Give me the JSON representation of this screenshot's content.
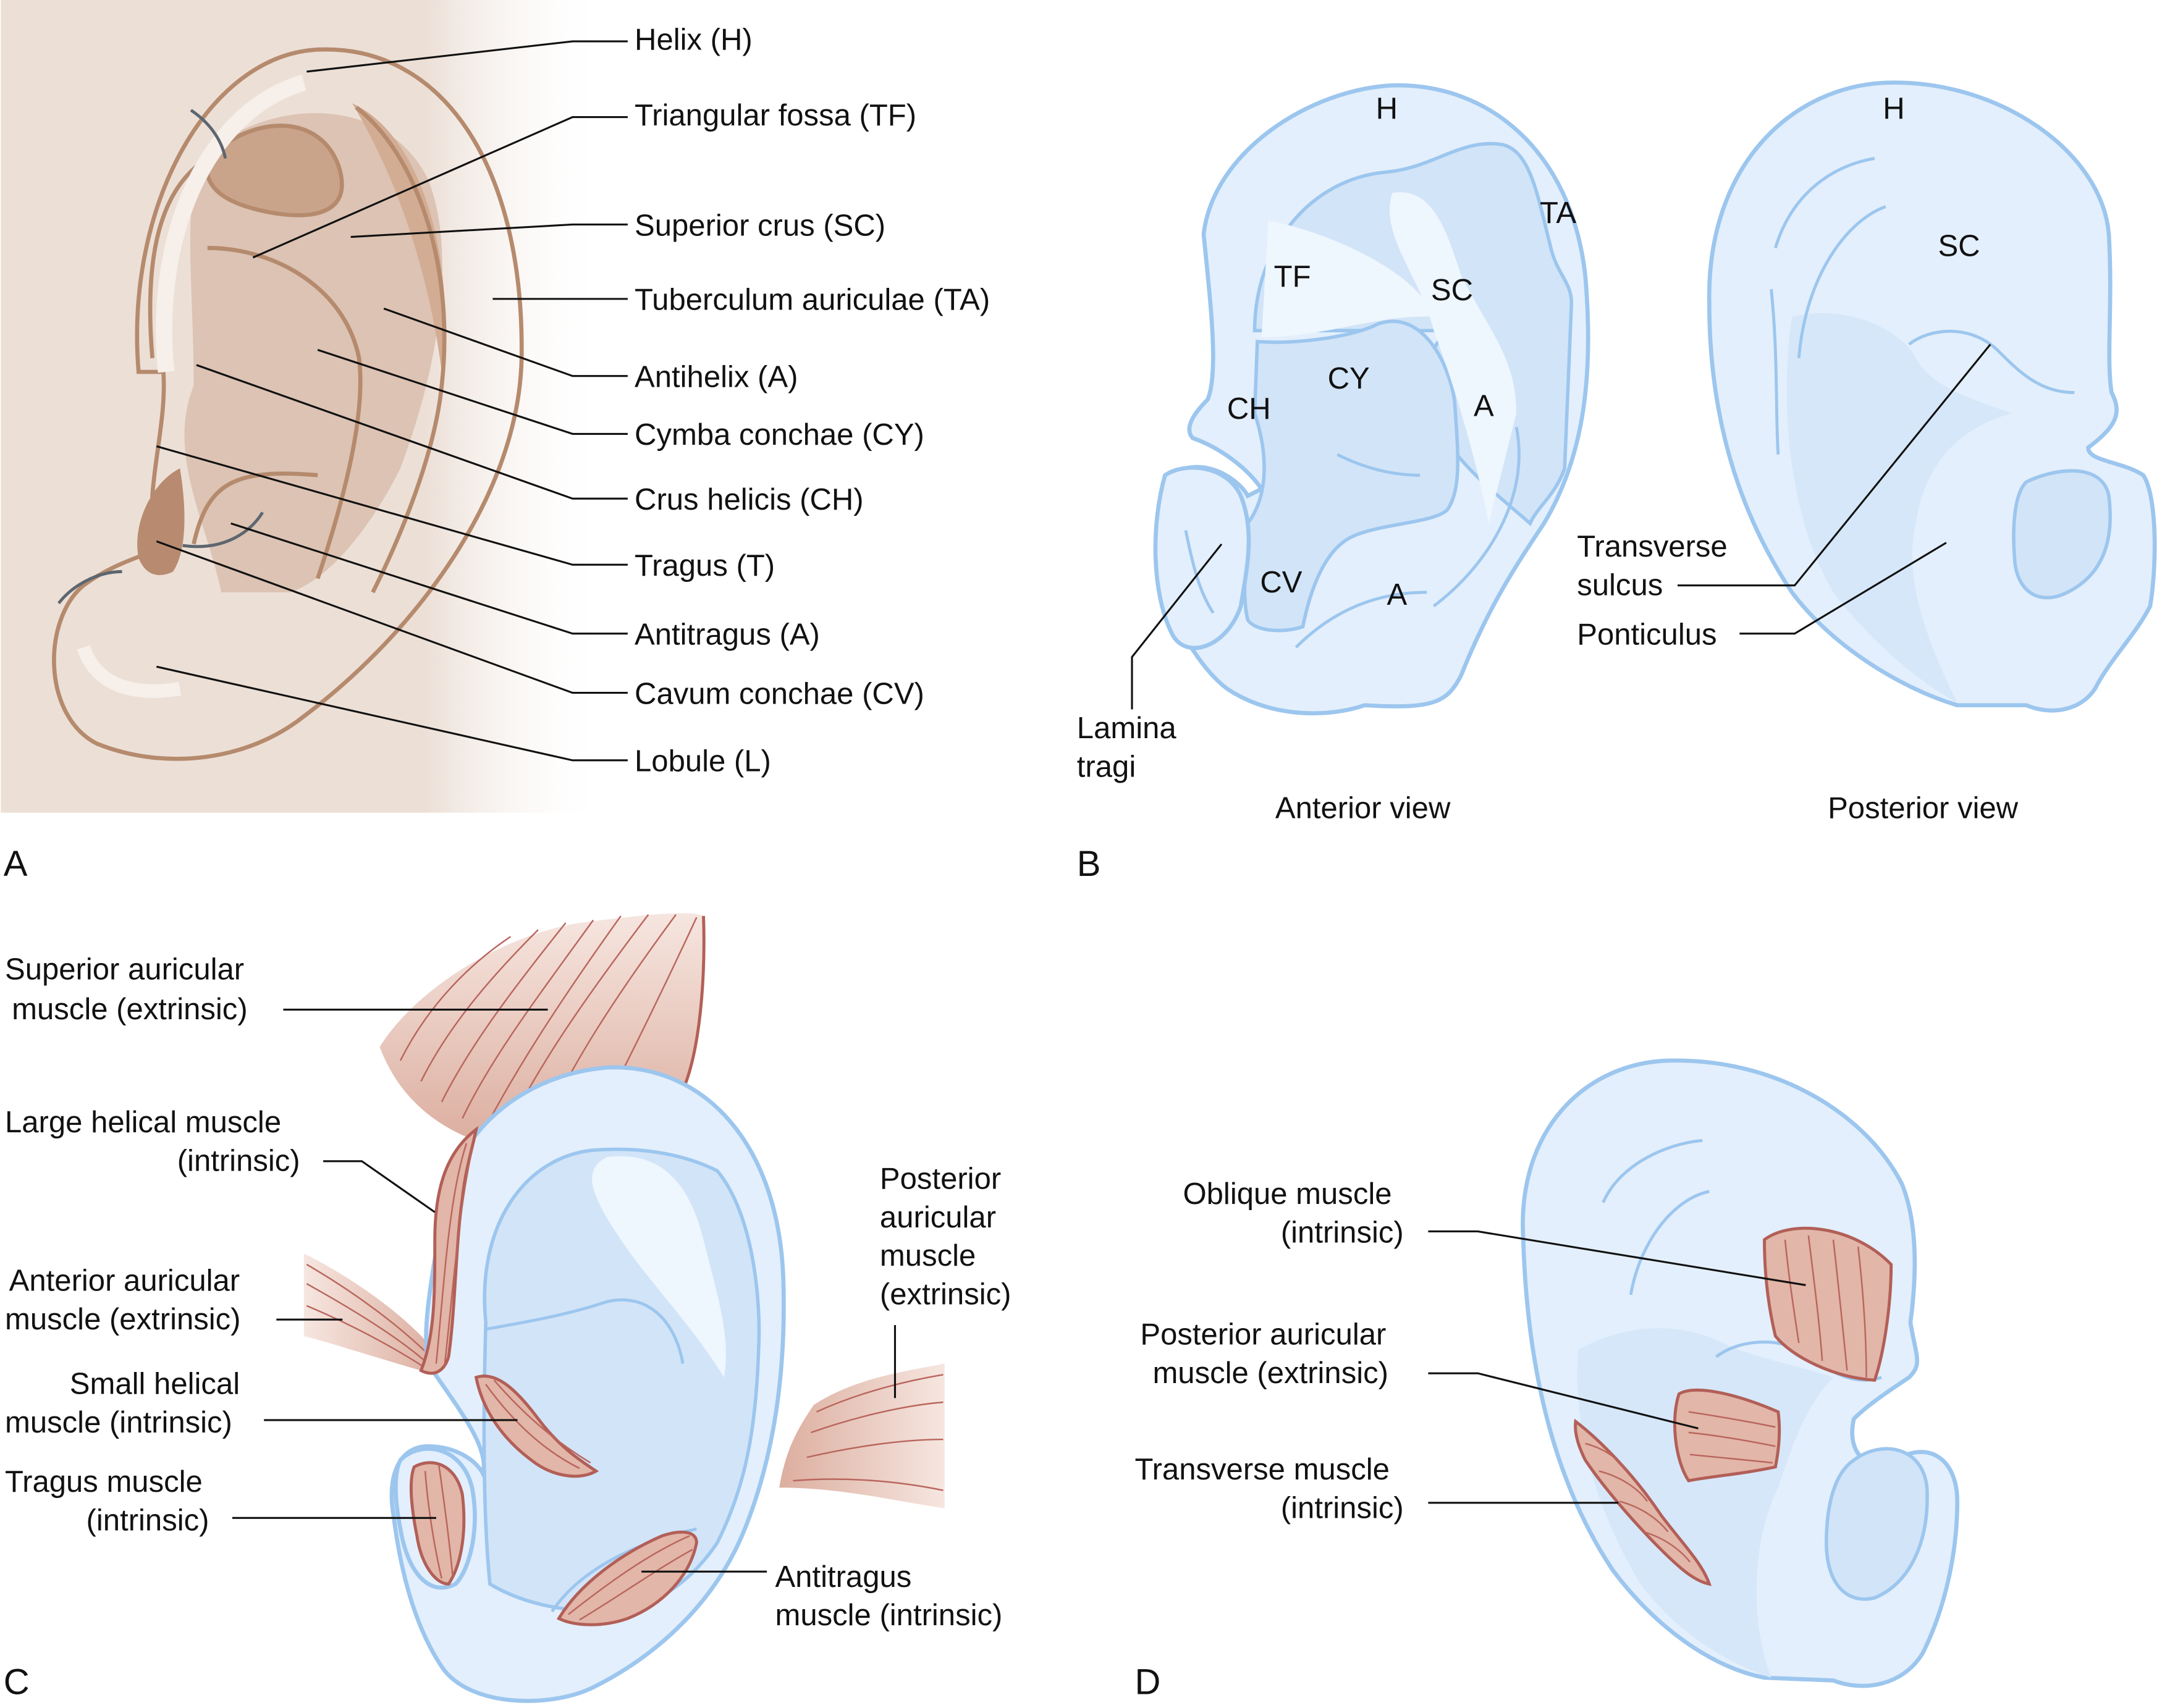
{
  "figure": {
    "panels": {
      "A": {
        "letter": "A",
        "labels": [
          "Helix (H)",
          "Triangular fossa (TF)",
          "Superior crus (SC)",
          "Tuberculum auriculae (TA)",
          "Antihelix (A)",
          "Cymba conchae (CY)",
          "Crus helicis (CH)",
          "Tragus (T)",
          "Antitragus (A)",
          "Cavum conchae (CV)",
          "Lobule (L)"
        ]
      },
      "B": {
        "letter": "B",
        "anterior": {
          "caption": "Anterior view",
          "abbreviations": [
            "H",
            "TA",
            "TF",
            "SC",
            "CY",
            "CH",
            "A",
            "CV",
            "A"
          ],
          "callout": [
            "Lamina",
            "tragi"
          ]
        },
        "posterior": {
          "caption": "Posterior view",
          "abbreviations": [
            "H",
            "SC"
          ],
          "callouts": [
            [
              "Transverse",
              "sulcus"
            ],
            [
              "Ponticulus"
            ]
          ]
        }
      },
      "C": {
        "letter": "C",
        "labels": [
          [
            "Superior auricular",
            "muscle (extrinsic)"
          ],
          [
            "Large helical muscle",
            "(intrinsic)"
          ],
          [
            "Anterior auricular",
            "muscle (extrinsic)"
          ],
          [
            "Small helical",
            "muscle (intrinsic)"
          ],
          [
            "Tragus muscle",
            "(intrinsic)"
          ],
          [
            "Posterior",
            "auricular",
            "muscle",
            "(extrinsic)"
          ],
          [
            "Antitragus",
            "muscle (intrinsic)"
          ]
        ]
      },
      "D": {
        "letter": "D",
        "labels": [
          [
            "Oblique muscle",
            "(intrinsic)"
          ],
          [
            "Posterior auricular",
            "muscle (extrinsic)"
          ],
          [
            "Transverse muscle",
            "(intrinsic)"
          ]
        ]
      }
    },
    "colors": {
      "skin": "#e9dcd3",
      "skin_outline": "#b58a6d",
      "cartilage": "#e3effc",
      "cartilage_outline": "#9cc6ee",
      "muscle": "#e2b6a8",
      "muscle_outline": "#b25f57"
    }
  }
}
